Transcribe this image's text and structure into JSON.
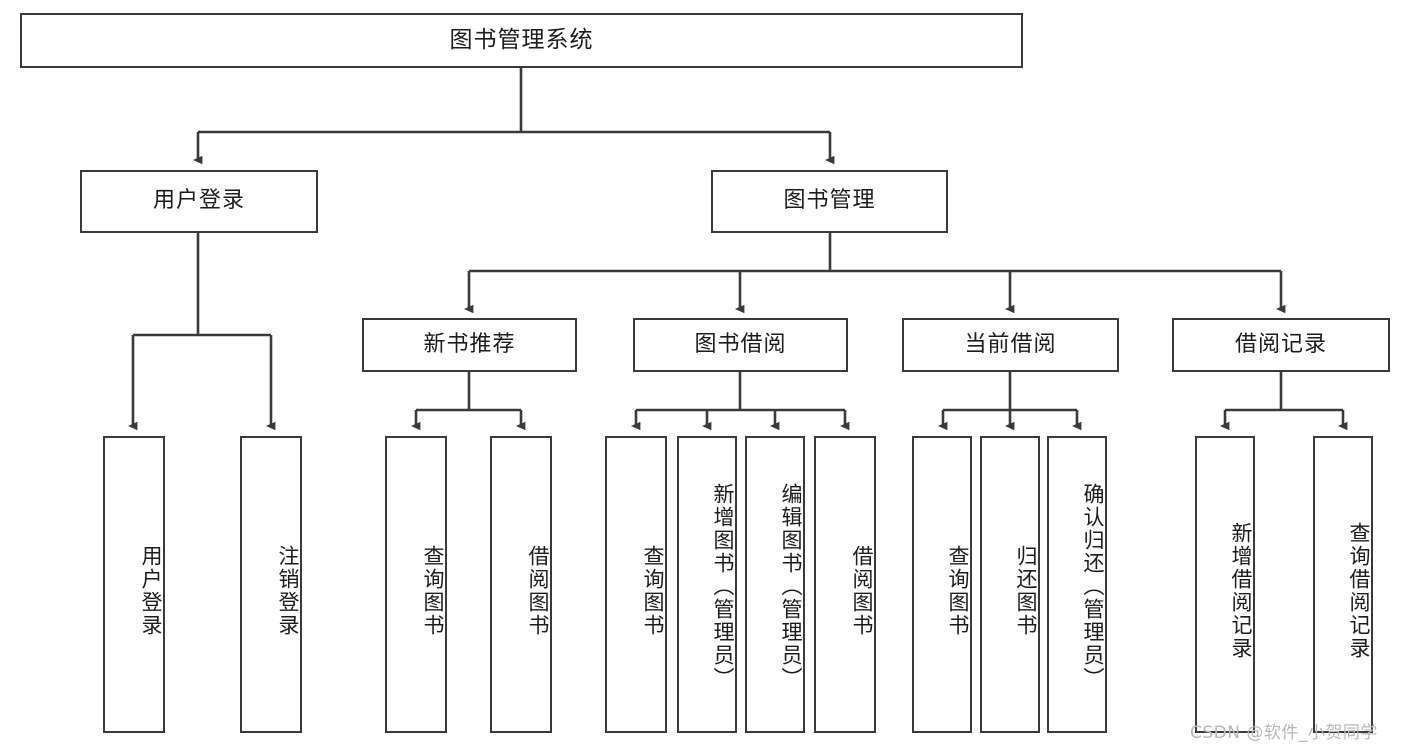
{
  "diagram": {
    "type": "tree-hierarchy-chart",
    "title": "图书管理系统",
    "stroke_color": "#3a3a3a",
    "background_color": "#ffffff",
    "text_color": "#1c1c1c",
    "orientation": "top-down",
    "levels": 4
  },
  "root": {
    "label": "图书管理系统"
  },
  "level1": [
    {
      "label": "用户登录"
    },
    {
      "label": "图书管理"
    }
  ],
  "level2": [
    {
      "label": "新书推荐"
    },
    {
      "label": "图书借阅"
    },
    {
      "label": "当前借阅"
    },
    {
      "label": "借阅记录"
    }
  ],
  "leaves": {
    "user_login": [
      {
        "label": "用户登录"
      },
      {
        "label": "注销登录"
      }
    ],
    "new_book_recommend": [
      {
        "label": "查询图书"
      },
      {
        "label": "借阅图书"
      }
    ],
    "book_borrow": [
      {
        "label": "查询图书"
      },
      {
        "label": "新增图书（管理员）"
      },
      {
        "label": "编辑图书（管理员）"
      },
      {
        "label": "借阅图书"
      }
    ],
    "current_borrow": [
      {
        "label": "查询图书"
      },
      {
        "label": "归还图书"
      },
      {
        "label": "确认归还（管理员）"
      }
    ],
    "borrow_record": [
      {
        "label": "新增借阅记录"
      },
      {
        "label": "查询借阅记录"
      }
    ]
  },
  "watermark": {
    "text": "CSDN @软件_小贺同学"
  }
}
